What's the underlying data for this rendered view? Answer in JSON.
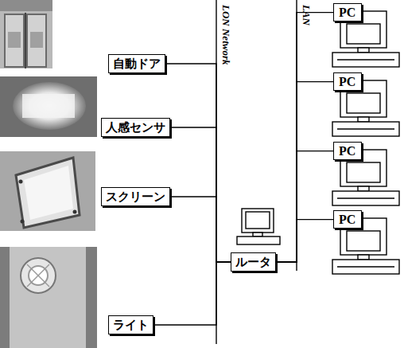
{
  "diagram": {
    "nodes": [
      {
        "text": [
          "自動ドア"
        ]
      },
      {
        "text": [
          "人感センサ"
        ]
      },
      {
        "text": [
          "スクリーン"
        ]
      },
      {
        "text": [
          "ライト"
        ]
      },
      {
        "text": [
          "ルータ"
        ]
      },
      {
        "text": [
          "PC"
        ]
      },
      {
        "text": [
          "PC"
        ]
      },
      {
        "text": [
          "PC"
        ]
      },
      {
        "text": [
          "PC"
        ]
      }
    ],
    "edges": [
      {
        "from": 0,
        "to": 4,
        "arrow": "none"
      },
      {
        "from": 1,
        "to": 4,
        "arrow": "none"
      },
      {
        "from": 2,
        "to": 4,
        "arrow": "none"
      },
      {
        "from": 3,
        "to": 4,
        "arrow": "none"
      },
      {
        "from": 4,
        "to": 5,
        "arrow": "none"
      },
      {
        "from": 4,
        "to": 6,
        "arrow": "none"
      },
      {
        "from": 4,
        "to": 7,
        "arrow": "none"
      },
      {
        "from": 4,
        "to": 8,
        "arrow": "none"
      }
    ],
    "labels": [
      "LON Network",
      "LAN"
    ]
  }
}
